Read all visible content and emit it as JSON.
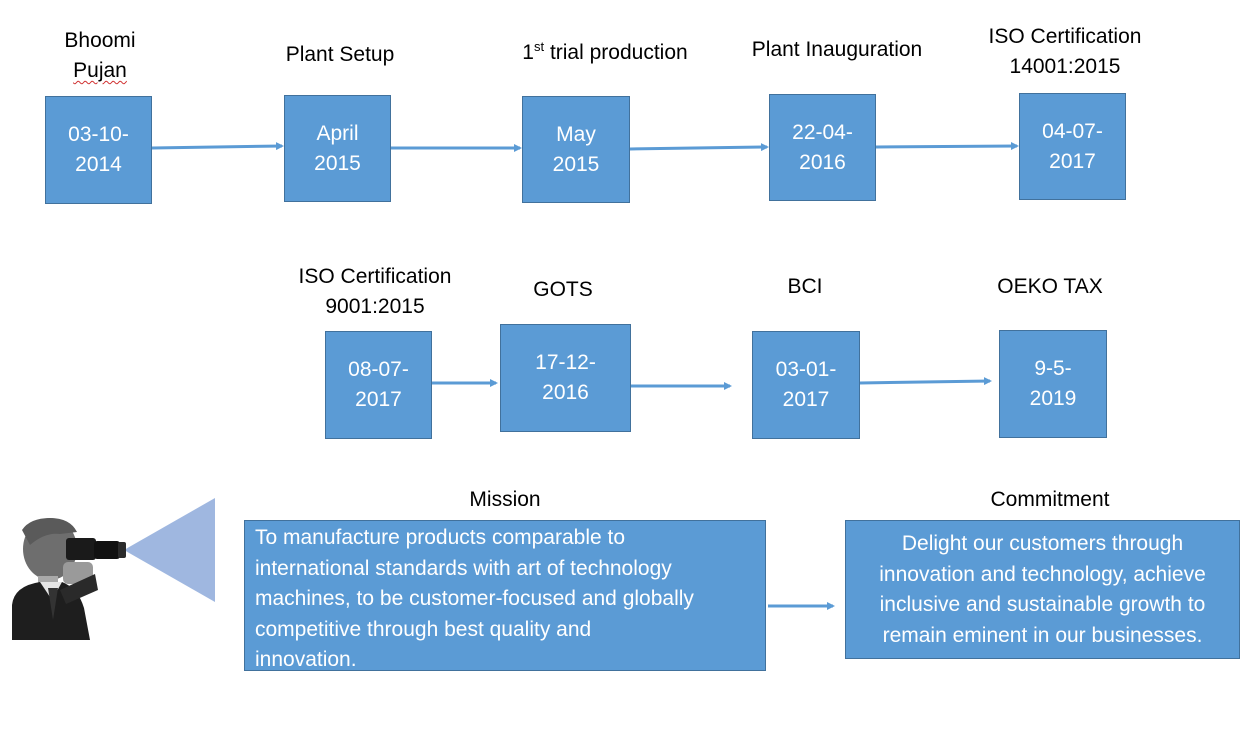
{
  "row1": [
    {
      "label_lines": [
        "Bhoomi",
        "Pujan"
      ],
      "date_lines": [
        "03-10-",
        "2014"
      ]
    },
    {
      "label_lines": [
        "Plant Setup"
      ],
      "date_lines": [
        "April",
        "2015"
      ]
    },
    {
      "label_prefix": "1",
      "label_sup": "st",
      "label_suffix": " trial production",
      "date_lines": [
        "May",
        "2015"
      ]
    },
    {
      "label_lines": [
        "Plant Inauguration"
      ],
      "date_lines": [
        "22-04-",
        "2016"
      ]
    },
    {
      "label_lines": [
        "ISO Certification",
        "14001:2015"
      ],
      "date_lines": [
        "04-07-",
        "2017"
      ]
    }
  ],
  "row2": [
    {
      "label_lines": [
        "ISO Certification",
        "9001:2015"
      ],
      "date_lines": [
        "08-07-",
        "2017"
      ]
    },
    {
      "label_lines": [
        "GOTS"
      ],
      "date_lines": [
        "17-12-",
        "2016"
      ]
    },
    {
      "label_lines": [
        "BCI"
      ],
      "date_lines": [
        "03-01-",
        "2017"
      ]
    },
    {
      "label_lines": [
        "OEKO TAX"
      ],
      "date_lines": [
        "9-5-",
        "2019"
      ]
    }
  ],
  "mission": {
    "title": "Mission",
    "lines": [
      "To manufacture products comparable to",
      "international standards with art of technology",
      "machines, to be customer-focused and globally",
      "competitive through best quality and",
      "innovation."
    ]
  },
  "commitment": {
    "title": "Commitment",
    "lines": [
      "Delight our customers through",
      "innovation and technology, achieve",
      "inclusive and sustainable growth to",
      "remain eminent in our businesses."
    ]
  },
  "colors": {
    "box_fill": "#5b9bd5",
    "box_border": "#41719c",
    "arrow": "#5b9bd5",
    "beam": "#8eaadb"
  },
  "icons": {
    "observer": "person-with-binoculars-icon"
  }
}
